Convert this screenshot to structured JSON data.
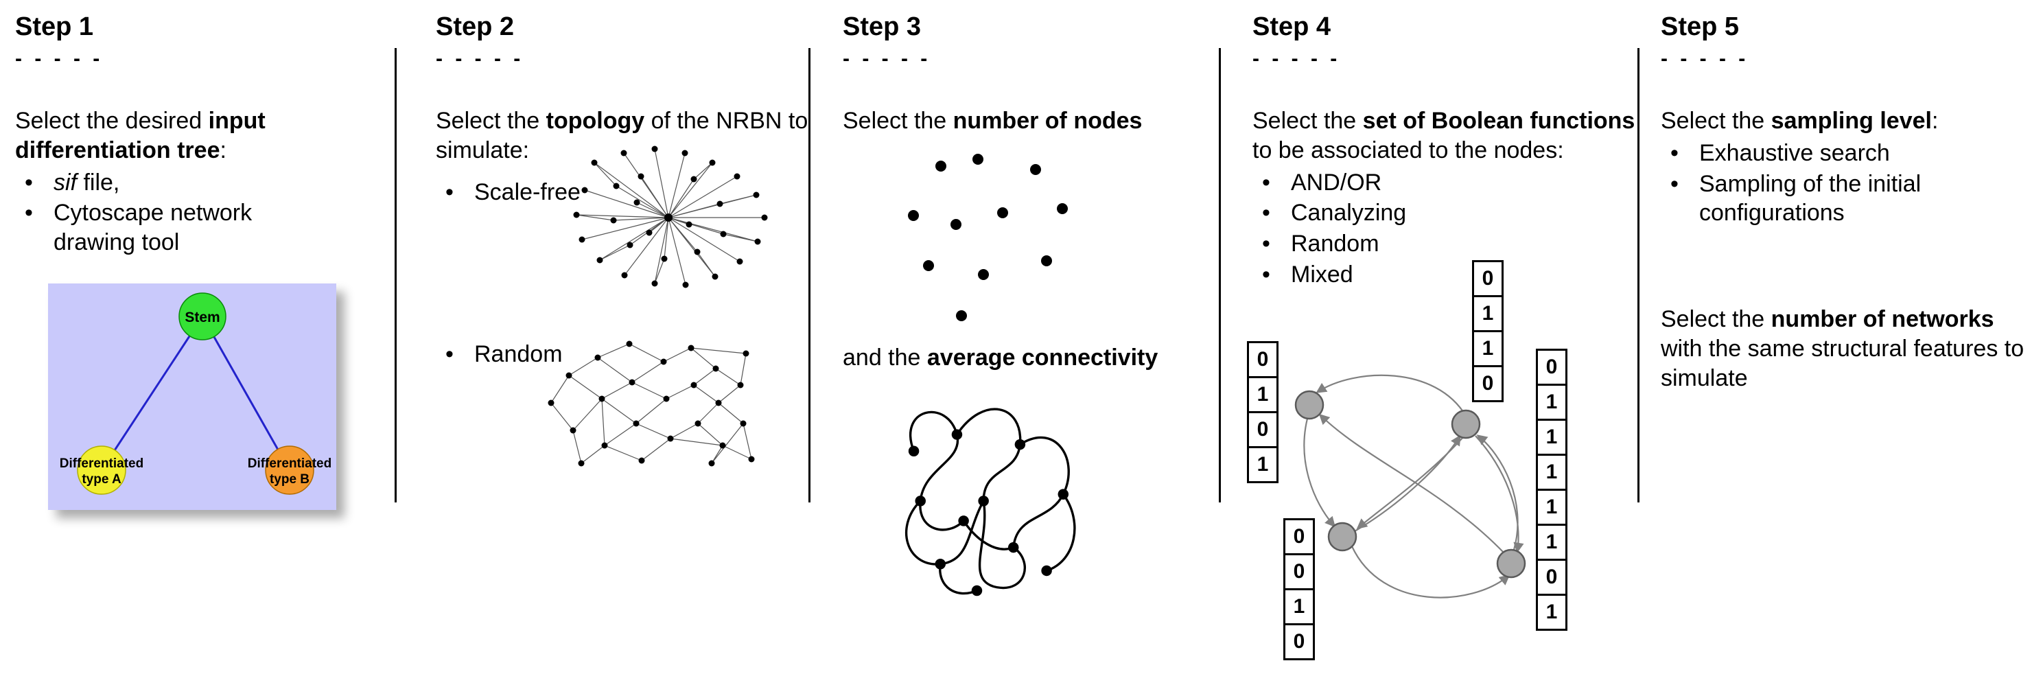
{
  "steps": [
    {
      "title": "Step 1",
      "dashes": "- - - - -",
      "intro_pre": "Select the desired ",
      "intro_bold": "input differentiation tree",
      "intro_post": ":",
      "bullet1_italic": "sif",
      "bullet1_rest": " file,",
      "bullet2": "Cytoscape network drawing tool",
      "tree": {
        "stem_label": "Stem",
        "type_a_line1": "Differentiated",
        "type_a_line2": "type A",
        "type_b_line1": "Differentiated",
        "type_b_line2": "type B",
        "stem_color": "#35e135",
        "type_a_color": "#f2ef2f",
        "type_b_color": "#f59a2e",
        "background_color": "#c9c9fb",
        "edge_color": "#2323cc"
      }
    },
    {
      "title": "Step 2",
      "dashes": "- - - - -",
      "intro_pre": "Select the ",
      "intro_bold": "topology",
      "intro_post": " of the NRBN to simulate:",
      "bullet1": "Scale-free",
      "bullet2": "Random"
    },
    {
      "title": "Step 3",
      "dashes": "- - - - -",
      "line1_pre": "Select the ",
      "line1_bold": "number of nodes",
      "line2_pre": "and the ",
      "line2_bold": "average connectivity"
    },
    {
      "title": "Step 4",
      "dashes": "- - - - -",
      "intro_pre": "Select the ",
      "intro_bold": "set of Boolean functions",
      "intro_post": " to be associated to the nodes:",
      "bullets": [
        "AND/OR",
        "Canalyzing",
        "Random",
        "Mixed"
      ],
      "tables": {
        "left": [
          "0",
          "1",
          "0",
          "1"
        ],
        "top": [
          "0",
          "1",
          "1",
          "0"
        ],
        "bottom_left": [
          "0",
          "0",
          "1",
          "0"
        ],
        "right": [
          "0",
          "1",
          "1",
          "1",
          "1",
          "1",
          "0",
          "1"
        ]
      },
      "node_color": "#a8a8a8",
      "arrow_color": "#808080"
    },
    {
      "title": "Step 5",
      "dashes": "- - - - -",
      "intro_pre": "Select the ",
      "intro_bold": "sampling level",
      "intro_post": ":",
      "bullet1": "Exhaustive search",
      "bullet2": "Sampling of the initial configurations",
      "para2_pre": "Select the ",
      "para2_bold": "number of networks",
      "para2_post": " with the same structural features to simulate"
    }
  ],
  "figures": {
    "step1": "differentiation-tree",
    "step2_a": "scale-free-network",
    "step2_b": "random-network",
    "step3_a": "node-scatter",
    "step3_b": "connectivity-graph",
    "step4": "boolean-network-with-truth-tables"
  }
}
